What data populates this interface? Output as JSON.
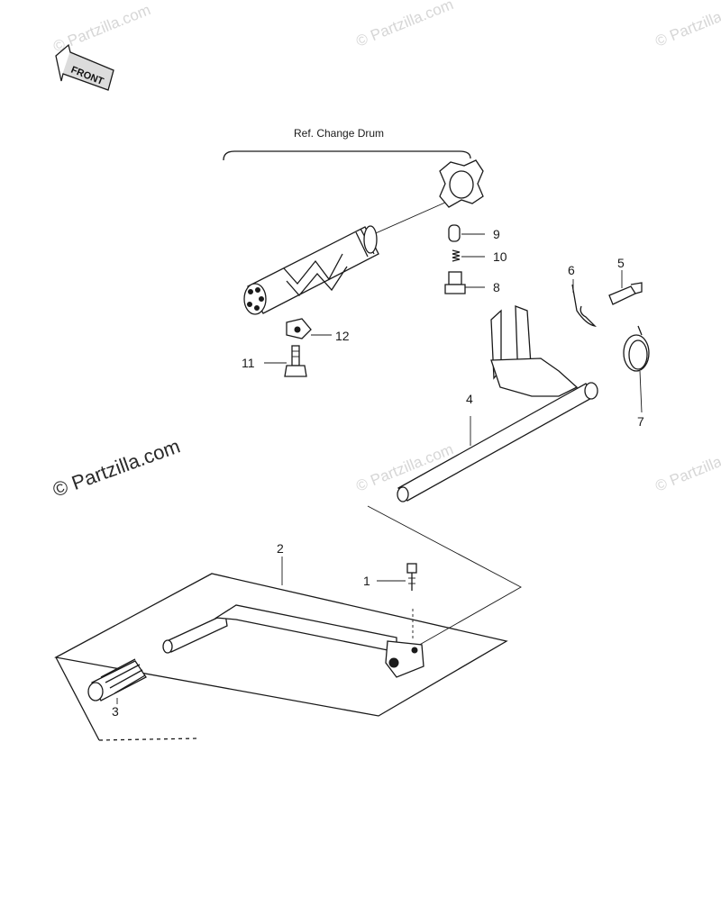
{
  "diagram": {
    "front_label": "FRONT",
    "ref_label": "Ref. Change Drum",
    "watermark_text": "© Partzilla.com",
    "watermark_faint": "© Partzilla.com",
    "callouts": {
      "c1": "1",
      "c2": "2",
      "c3": "3",
      "c4": "4",
      "c5": "5",
      "c6": "6",
      "c7": "7",
      "c8": "8",
      "c9": "9",
      "c10": "10",
      "c11": "11",
      "c12": "12"
    }
  }
}
